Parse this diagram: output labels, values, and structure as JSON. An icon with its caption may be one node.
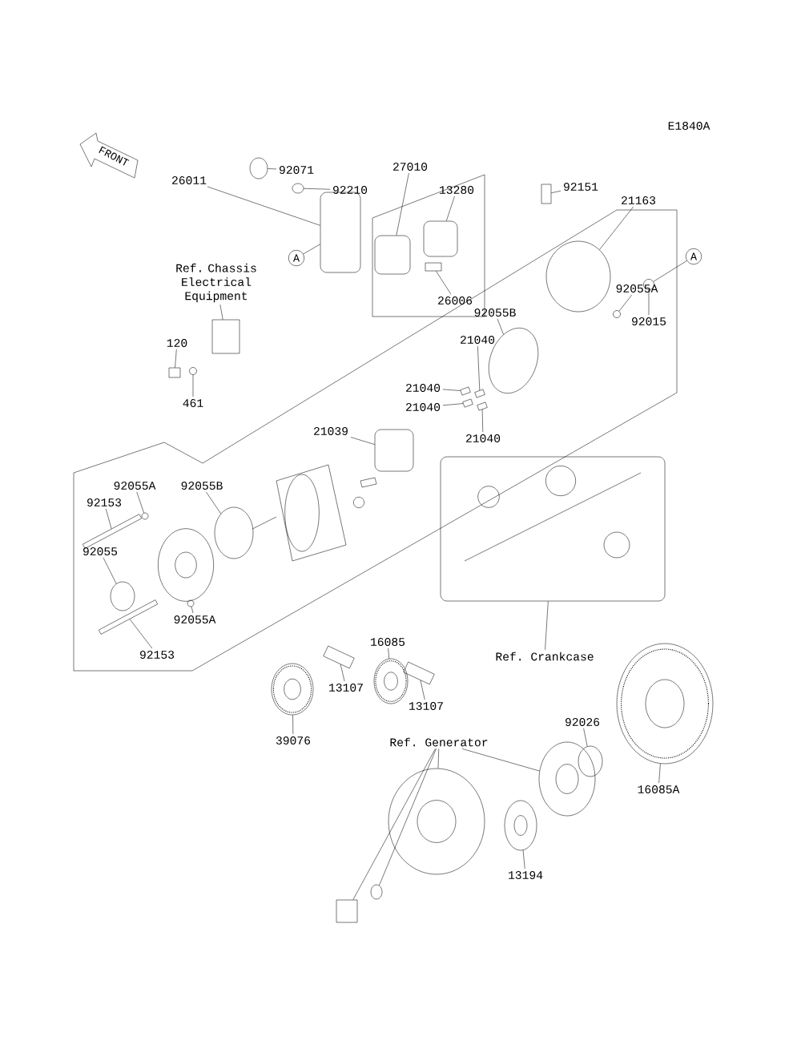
{
  "diagram": {
    "nodes": [
      {
        "text": [
          "92071"
        ]
      },
      {
        "text": [],
        "shape": "circle"
      },
      {
        "text": [
          "92210"
        ]
      },
      {
        "text": [],
        "shape": "circle"
      },
      {
        "text": [
          "26011"
        ]
      },
      {
        "text": [],
        "shape": "box"
      },
      {
        "text": [
          "A"
        ]
      },
      {
        "text": [
          "27010"
        ]
      },
      {
        "text": [],
        "shape": "box"
      },
      {
        "text": [
          "13280"
        ]
      },
      {
        "text": [],
        "shape": "box"
      },
      {
        "text": [
          "26006"
        ]
      },
      {
        "text": [],
        "shape": "box"
      },
      {
        "text": [
          "Ref. Chassis Electrical Equipment"
        ]
      },
      {
        "text": [],
        "shape": "box"
      },
      {
        "text": [
          "120"
        ]
      },
      {
        "text": [],
        "shape": "box"
      },
      {
        "text": [
          "461"
        ]
      },
      {
        "text": [],
        "shape": "circle"
      },
      {
        "text": [
          "92151"
        ]
      },
      {
        "text": [],
        "shape": "box"
      },
      {
        "text": [
          "21163"
        ]
      },
      {
        "text": [
          "A"
        ]
      },
      {
        "text": [
          "92055A"
        ]
      },
      {
        "text": [],
        "shape": "circle"
      },
      {
        "text": [
          "92015"
        ]
      },
      {
        "text": [],
        "shape": "circle"
      },
      {
        "text": [
          "92055B"
        ]
      },
      {
        "text": [],
        "shape": "circle"
      },
      {
        "text": [],
        "shape": "circle"
      },
      {
        "text": [
          "21040"
        ]
      },
      {
        "text": [],
        "shape": "box"
      },
      {
        "text": [
          "21040"
        ]
      },
      {
        "text": [],
        "shape": "box"
      },
      {
        "text": [
          "21040"
        ]
      },
      {
        "text": [],
        "shape": "box"
      },
      {
        "text": [
          "21040"
        ]
      },
      {
        "text": [],
        "shape": "box"
      },
      {
        "text": [
          "21039"
        ]
      },
      {
        "text": [],
        "shape": "box"
      },
      {
        "text": [
          "92055A"
        ]
      },
      {
        "text": [],
        "shape": "circle"
      },
      {
        "text": [
          "92153"
        ]
      },
      {
        "text": [],
        "shape": "box"
      },
      {
        "text": [
          "92055"
        ]
      },
      {
        "text": [],
        "shape": "circle"
      },
      {
        "text": [
          "92055B"
        ]
      },
      {
        "text": [],
        "shape": "circle"
      },
      {
        "text": [
          "92055A"
        ]
      },
      {
        "text": [],
        "shape": "circle"
      },
      {
        "text": [
          "92153"
        ]
      },
      {
        "text": [],
        "shape": "box"
      },
      {
        "text": [
          "Ref. Crankcase"
        ]
      },
      {
        "text": [],
        "shape": "box"
      },
      {
        "text": [
          "16085"
        ]
      },
      {
        "text": [],
        "shape": "circle"
      },
      {
        "text": [
          "13107"
        ]
      },
      {
        "text": [],
        "shape": "box"
      },
      {
        "text": [
          "13107"
        ]
      },
      {
        "text": [],
        "shape": "box"
      },
      {
        "text": [
          "39076"
        ]
      },
      {
        "text": [],
        "shape": "circle"
      },
      {
        "text": [
          "Ref. Generator"
        ]
      },
      {
        "text": [],
        "shape": "circle"
      },
      {
        "text": [],
        "shape": "box"
      },
      {
        "text": [],
        "shape": "circle"
      },
      {
        "text": [],
        "shape": "circle"
      },
      {
        "text": [
          "13194"
        ]
      },
      {
        "text": [],
        "shape": "circle"
      },
      {
        "text": [
          "92026"
        ]
      },
      {
        "text": [],
        "shape": "circle"
      },
      {
        "text": [
          "16085A"
        ]
      },
      {
        "text": [],
        "shape": "circle"
      }
    ],
    "edges": [
      {
        "from": 0,
        "to": 1,
        "arrow": "none"
      },
      {
        "from": 2,
        "to": 3,
        "arrow": "none"
      },
      {
        "from": 4,
        "to": 5,
        "arrow": "none"
      },
      {
        "from": 6,
        "to": 5,
        "arrow": "none"
      },
      {
        "from": 7,
        "to": 8,
        "arrow": "none"
      },
      {
        "from": 9,
        "to": 10,
        "arrow": "none"
      },
      {
        "from": 11,
        "to": 12,
        "arrow": "none"
      },
      {
        "from": 13,
        "to": 14,
        "arrow": "none"
      },
      {
        "from": 15,
        "to": 16,
        "arrow": "none"
      },
      {
        "from": 17,
        "to": 18,
        "arrow": "none"
      },
      {
        "from": 19,
        "to": 20,
        "arrow": "none"
      },
      {
        "from": 21,
        "to": 29,
        "arrow": "none"
      },
      {
        "from": 22,
        "to": 26,
        "arrow": "none"
      },
      {
        "from": 23,
        "to": 24,
        "arrow": "none"
      },
      {
        "from": 25,
        "to": 26,
        "arrow": "none"
      },
      {
        "from": 27,
        "to": 28,
        "arrow": "none"
      },
      {
        "from": 30,
        "to": 31,
        "arrow": "none"
      },
      {
        "from": 32,
        "to": 33,
        "arrow": "none"
      },
      {
        "from": 34,
        "to": 35,
        "arrow": "none"
      },
      {
        "from": 36,
        "to": 37,
        "arrow": "none"
      },
      {
        "from": 38,
        "to": 39,
        "arrow": "none"
      },
      {
        "from": 40,
        "to": 41,
        "arrow": "none"
      },
      {
        "from": 42,
        "to": 43,
        "arrow": "none"
      },
      {
        "from": 44,
        "to": 45,
        "arrow": "none"
      },
      {
        "from": 46,
        "to": 47,
        "arrow": "none"
      },
      {
        "from": 48,
        "to": 49,
        "arrow": "none"
      },
      {
        "from": 50,
        "to": 51,
        "arrow": "none"
      },
      {
        "from": 52,
        "to": 53,
        "arrow": "none"
      },
      {
        "from": 54,
        "to": 55,
        "arrow": "none"
      },
      {
        "from": 56,
        "to": 57,
        "arrow": "none"
      },
      {
        "from": 58,
        "to": 59,
        "arrow": "none"
      },
      {
        "from": 60,
        "to": 61,
        "arrow": "none"
      },
      {
        "from": 62,
        "to": 63,
        "arrow": "none"
      },
      {
        "from": 62,
        "to": 64,
        "arrow": "none"
      },
      {
        "from": 62,
        "to": 65,
        "arrow": "none"
      },
      {
        "from": 62,
        "to": 66,
        "arrow": "none"
      },
      {
        "from": 67,
        "to": 68,
        "arrow": "none"
      },
      {
        "from": 69,
        "to": 70,
        "arrow": "none"
      },
      {
        "from": 71,
        "to": 72,
        "arrow": "none"
      }
    ],
    "labels": [
      "E1840A",
      "FRONT"
    ]
  }
}
